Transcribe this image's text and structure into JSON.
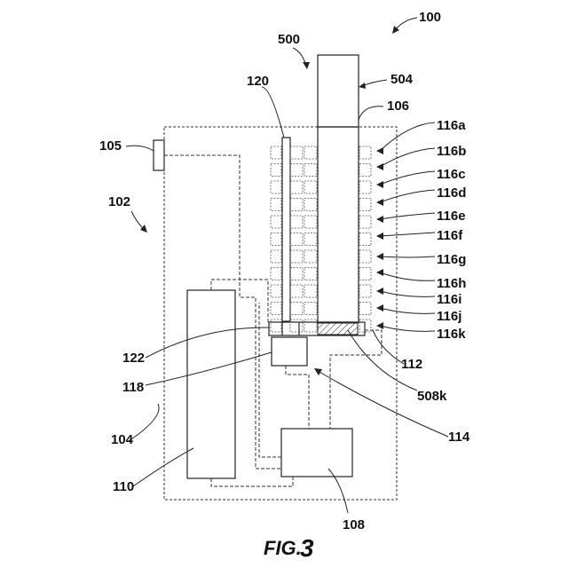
{
  "labels": {
    "l100": "100",
    "l500": "500",
    "l504": "504",
    "l106": "106",
    "l120": "120",
    "l105": "105",
    "l102": "102",
    "l116a": "116a",
    "l116b": "116b",
    "l116c": "116c",
    "l116d": "116d",
    "l116e": "116e",
    "l116f": "116f",
    "l116g": "116g",
    "l116h": "116h",
    "l116i": "116i",
    "l116j": "116j",
    "l116k": "116k",
    "l122": "122",
    "l112": "112",
    "l118": "118",
    "l508k": "508k",
    "l114": "114",
    "l104": "104",
    "l110": "110",
    "l108": "108"
  },
  "caption": {
    "prefix": "FIG.",
    "number": "3"
  }
}
